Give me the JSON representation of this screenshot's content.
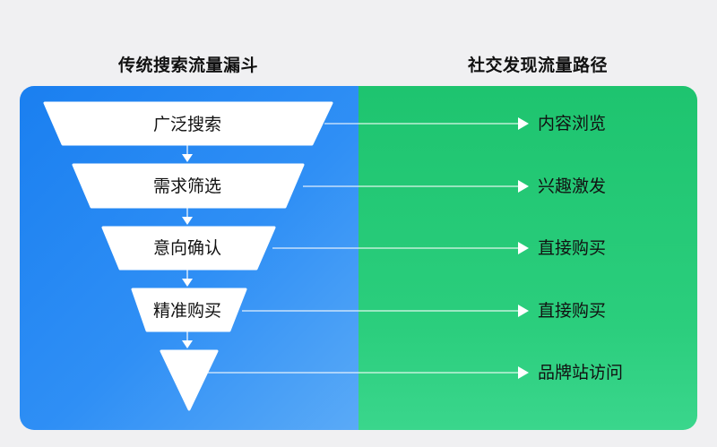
{
  "titles": {
    "left": "传统搜索流量漏斗",
    "right": "社交发现流量路径"
  },
  "funnel": {
    "stages": [
      {
        "label": "广泛搜索"
      },
      {
        "label": "需求筛选"
      },
      {
        "label": "意向确认"
      },
      {
        "label": "精准购买"
      },
      {
        "label": ""
      }
    ]
  },
  "social_path": {
    "destinations": [
      {
        "label": "内容浏览"
      },
      {
        "label": "兴趣激发"
      },
      {
        "label": "直接购买"
      },
      {
        "label": "直接购买"
      },
      {
        "label": "品牌站访问"
      }
    ]
  },
  "colors": {
    "left_panel": "#1a7ff0",
    "right_panel": "#1ec46f",
    "shape_fill": "#ffffff",
    "text": "#111111"
  }
}
